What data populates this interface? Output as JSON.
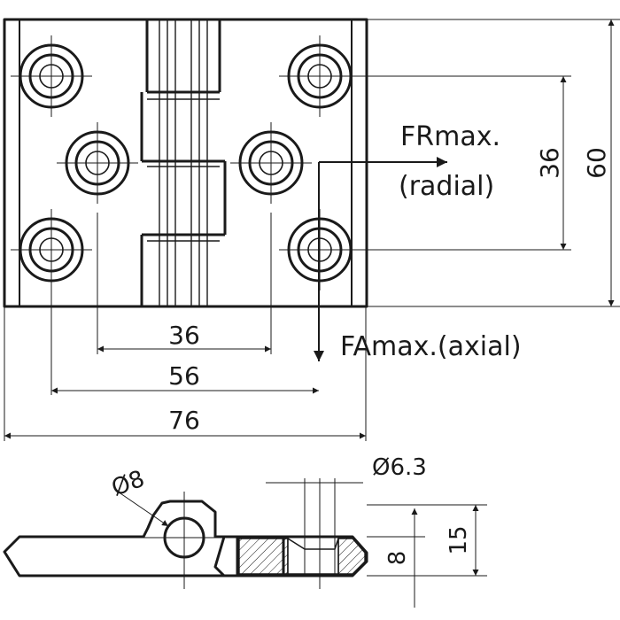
{
  "top_view": {
    "force_radial": {
      "line1": "FRmax.",
      "line2": "(radial)"
    },
    "force_axial": "FAmax.(axial)",
    "dims": {
      "hole_pitch_inner": "36",
      "hole_pitch_outer": "56",
      "overall_width": "76",
      "hole_pitch_vertical": "36",
      "overall_height": "60"
    }
  },
  "side_view": {
    "pin_diameter": "Ø8",
    "hole_diameter": "Ø6.3",
    "leaf_thickness": "8",
    "overall_thickness": "15"
  }
}
